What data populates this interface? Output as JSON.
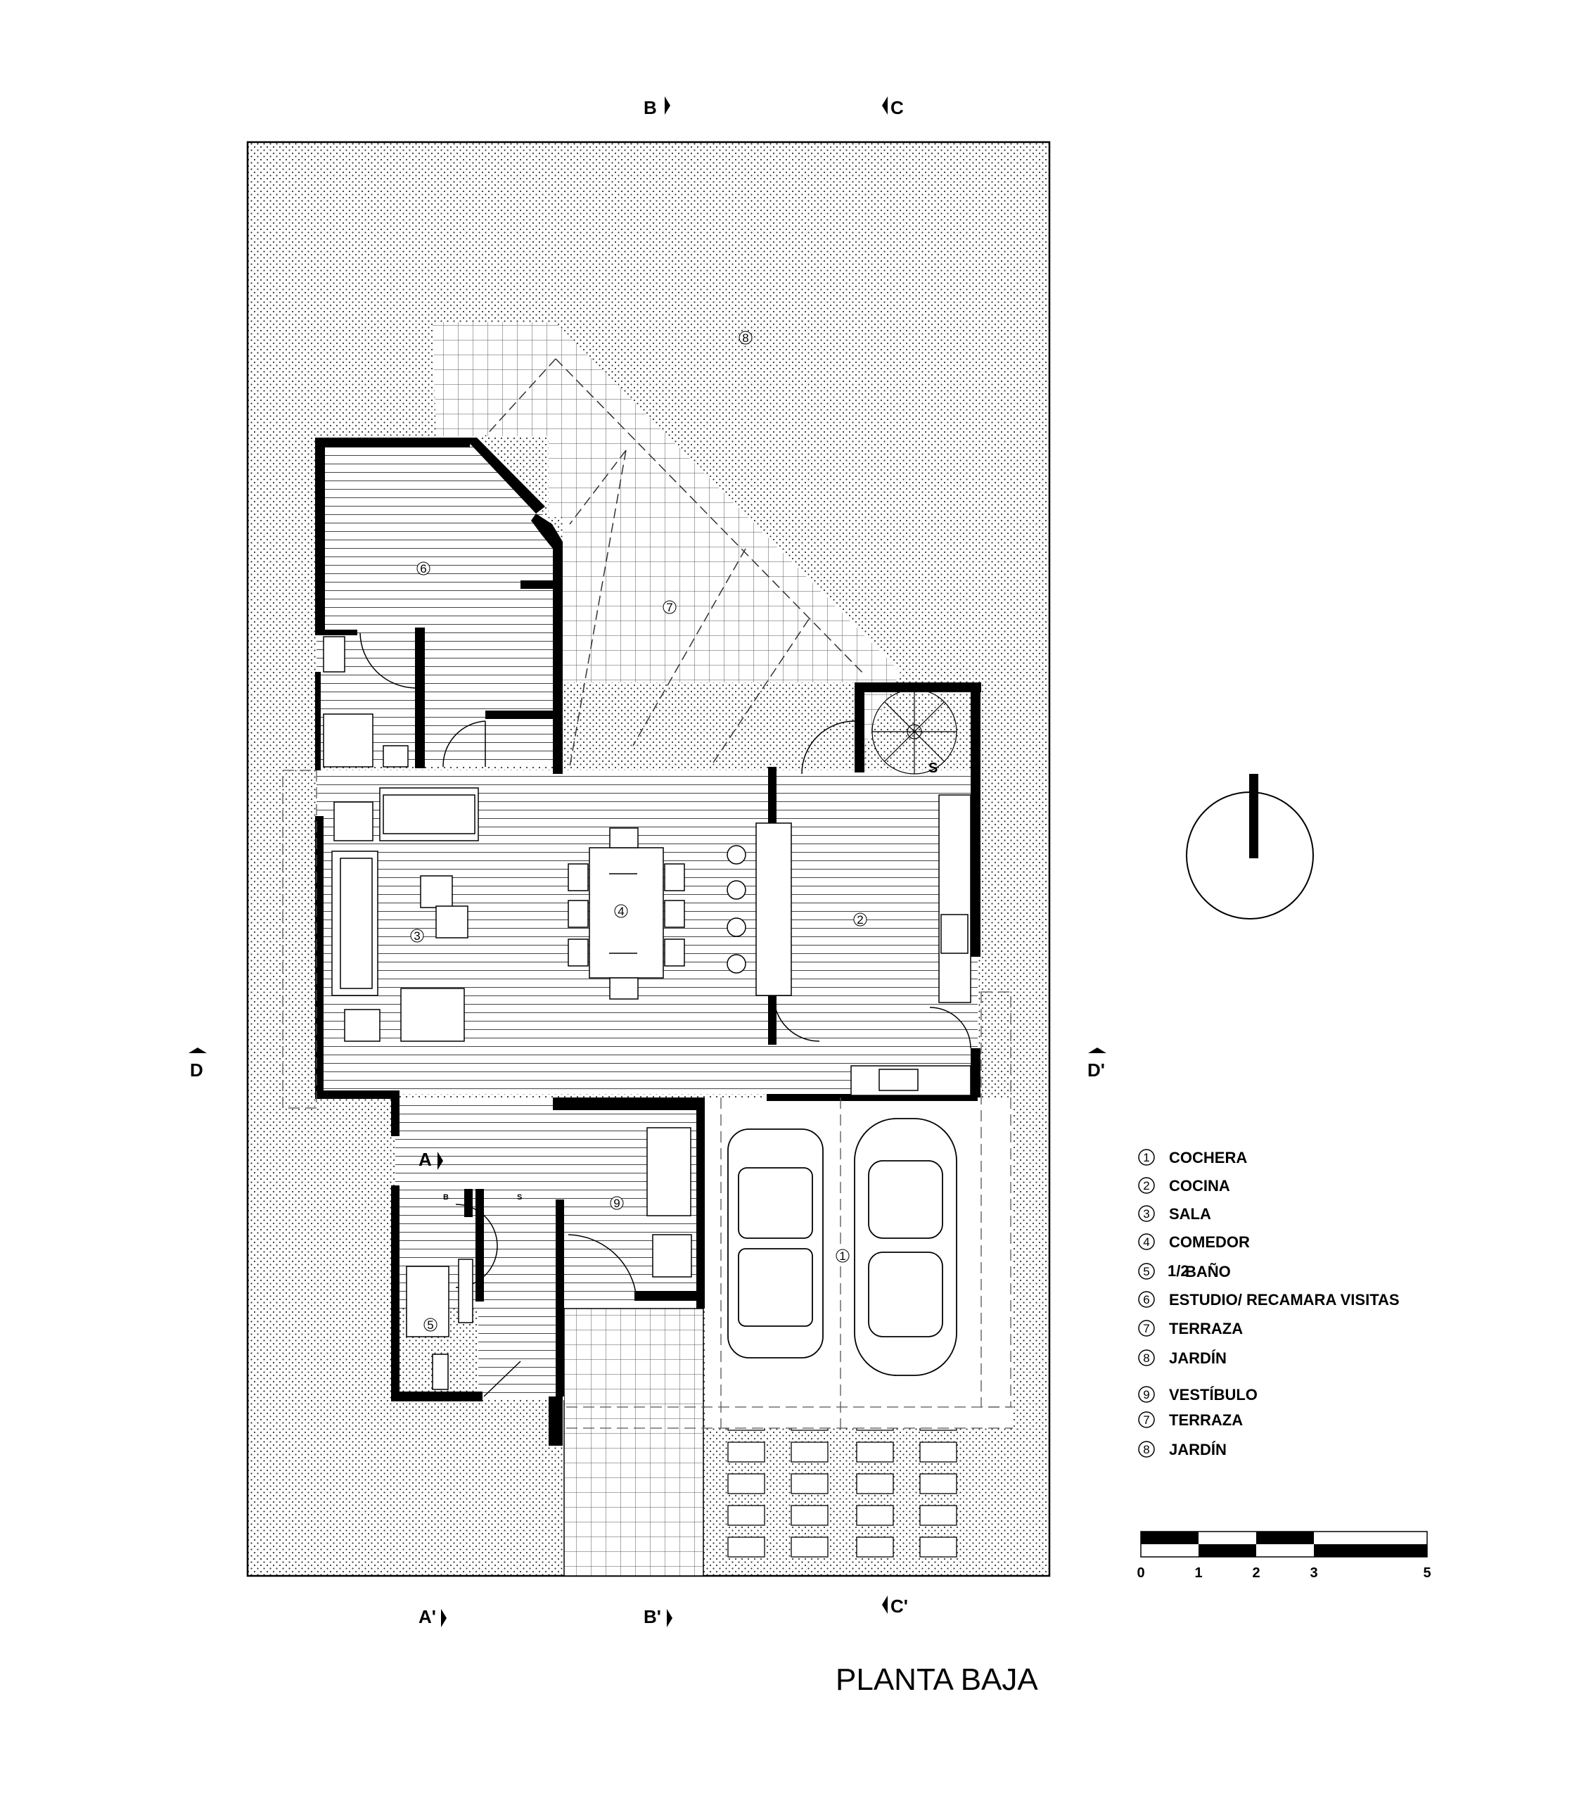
{
  "title": "PLANTA BAJA",
  "section_markers": {
    "b_top": "B",
    "c_top": "C",
    "d_left": "D",
    "d_right": "D'",
    "a_mid": "A",
    "a_bottom": "A'",
    "b_bottom": "B'",
    "c_bottom": "C'"
  },
  "room_numbers": {
    "cochera": "1",
    "cocina": "2",
    "sala": "3",
    "comedor": "4",
    "medio_bano": "5",
    "estudio": "6",
    "terraza": "7",
    "jardin": "8",
    "vestibulo": "9"
  },
  "stair_labels": {
    "upper_stair": "S",
    "stair_b": "B",
    "stair_s": "S"
  },
  "legend": [
    {
      "num": "1",
      "label": "COCHERA"
    },
    {
      "num": "2",
      "label": "COCINA"
    },
    {
      "num": "3",
      "label": "SALA"
    },
    {
      "num": "4",
      "label": "COMEDOR"
    },
    {
      "num": "5",
      "label_frac": "1/2",
      "label": "BAÑO"
    },
    {
      "num": "6",
      "label": "ESTUDIO/ RECAMARA VISITAS"
    },
    {
      "num": "7",
      "label": "TERRAZA"
    },
    {
      "num": "8",
      "label": "JARDÍN"
    },
    {
      "num": "9",
      "label": "VESTÍBULO"
    },
    {
      "num": "7",
      "label": "TERRAZA"
    },
    {
      "num": "8",
      "label": "JARDÍN"
    }
  ],
  "scale_bar": {
    "ticks": [
      "0",
      "1",
      "2",
      "3",
      "5"
    ]
  },
  "colors": {
    "ink": "#000000",
    "paper": "#ffffff",
    "hatch": "#555555"
  }
}
